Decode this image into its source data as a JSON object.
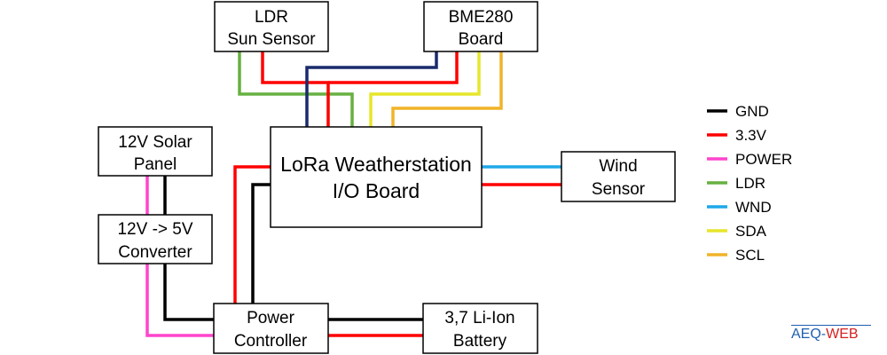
{
  "colors": {
    "gnd": "#000000",
    "v33": "#ff0000",
    "power": "#ff44cc",
    "ldr": "#66b040",
    "wnd": "#1ea8e8",
    "sda": "#e6e62a",
    "scl": "#f0b428",
    "navy": "#1a2a6c"
  },
  "boxes": {
    "ldr": {
      "line1": "LDR",
      "line2": "Sun Sensor"
    },
    "bme": {
      "line1": "BME280",
      "line2": "Board"
    },
    "solar": {
      "line1": "12V Solar",
      "line2": "Panel"
    },
    "io": {
      "line1": "LoRa Weatherstation",
      "line2": "I/O Board"
    },
    "wind": {
      "line1": "Wind",
      "line2": "Sensor"
    },
    "converter": {
      "line1": "12V -> 5V",
      "line2": "Converter"
    },
    "power": {
      "line1": "Power",
      "line2": "Controller"
    },
    "battery": {
      "line1": "3,7 Li-Ion",
      "line2": "Battery"
    }
  },
  "legend": [
    {
      "label": "GND",
      "color": "#000000"
    },
    {
      "label": "3.3V",
      "color": "#ff0000"
    },
    {
      "label": "POWER",
      "color": "#ff44cc"
    },
    {
      "label": "LDR",
      "color": "#66b040"
    },
    {
      "label": "WND",
      "color": "#1ea8e8"
    },
    {
      "label": "SDA",
      "color": "#e6e62a"
    },
    {
      "label": "SCL",
      "color": "#f0b428"
    }
  ],
  "brand": {
    "part1": "AEQ-",
    "part2": "WEB"
  }
}
